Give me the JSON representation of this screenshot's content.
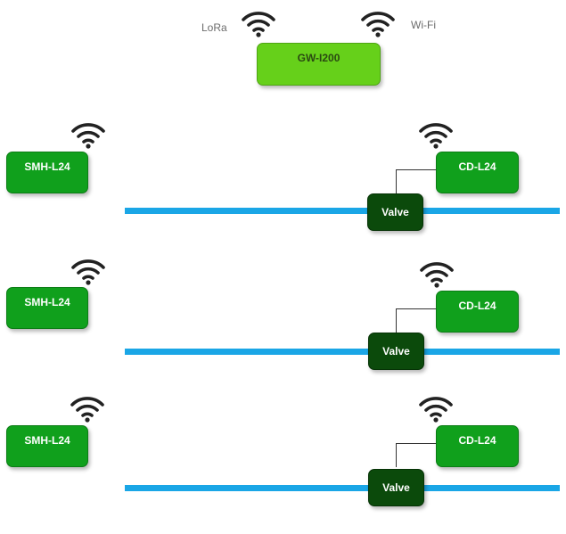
{
  "gateway": {
    "label": "GW-I200",
    "lora_label": "LoRa",
    "wifi_label": "Wi-Fi",
    "icons": [
      "wifi-icon",
      "wifi-icon"
    ]
  },
  "rows": [
    {
      "sensor_label": "SMH-L24",
      "controller_label": "CD-L24",
      "valve_label": "Valve"
    },
    {
      "sensor_label": "SMH-L24",
      "controller_label": "CD-L24",
      "valve_label": "Valve"
    },
    {
      "sensor_label": "SMH-L24",
      "controller_label": "CD-L24",
      "valve_label": "Valve"
    }
  ],
  "colors": {
    "gateway_green": "#66d01a",
    "device_green": "#10a01c",
    "valve_dark_green": "#0b4a0b",
    "pipe_blue": "#1aa6e6",
    "wifi_icon": "#222222"
  }
}
